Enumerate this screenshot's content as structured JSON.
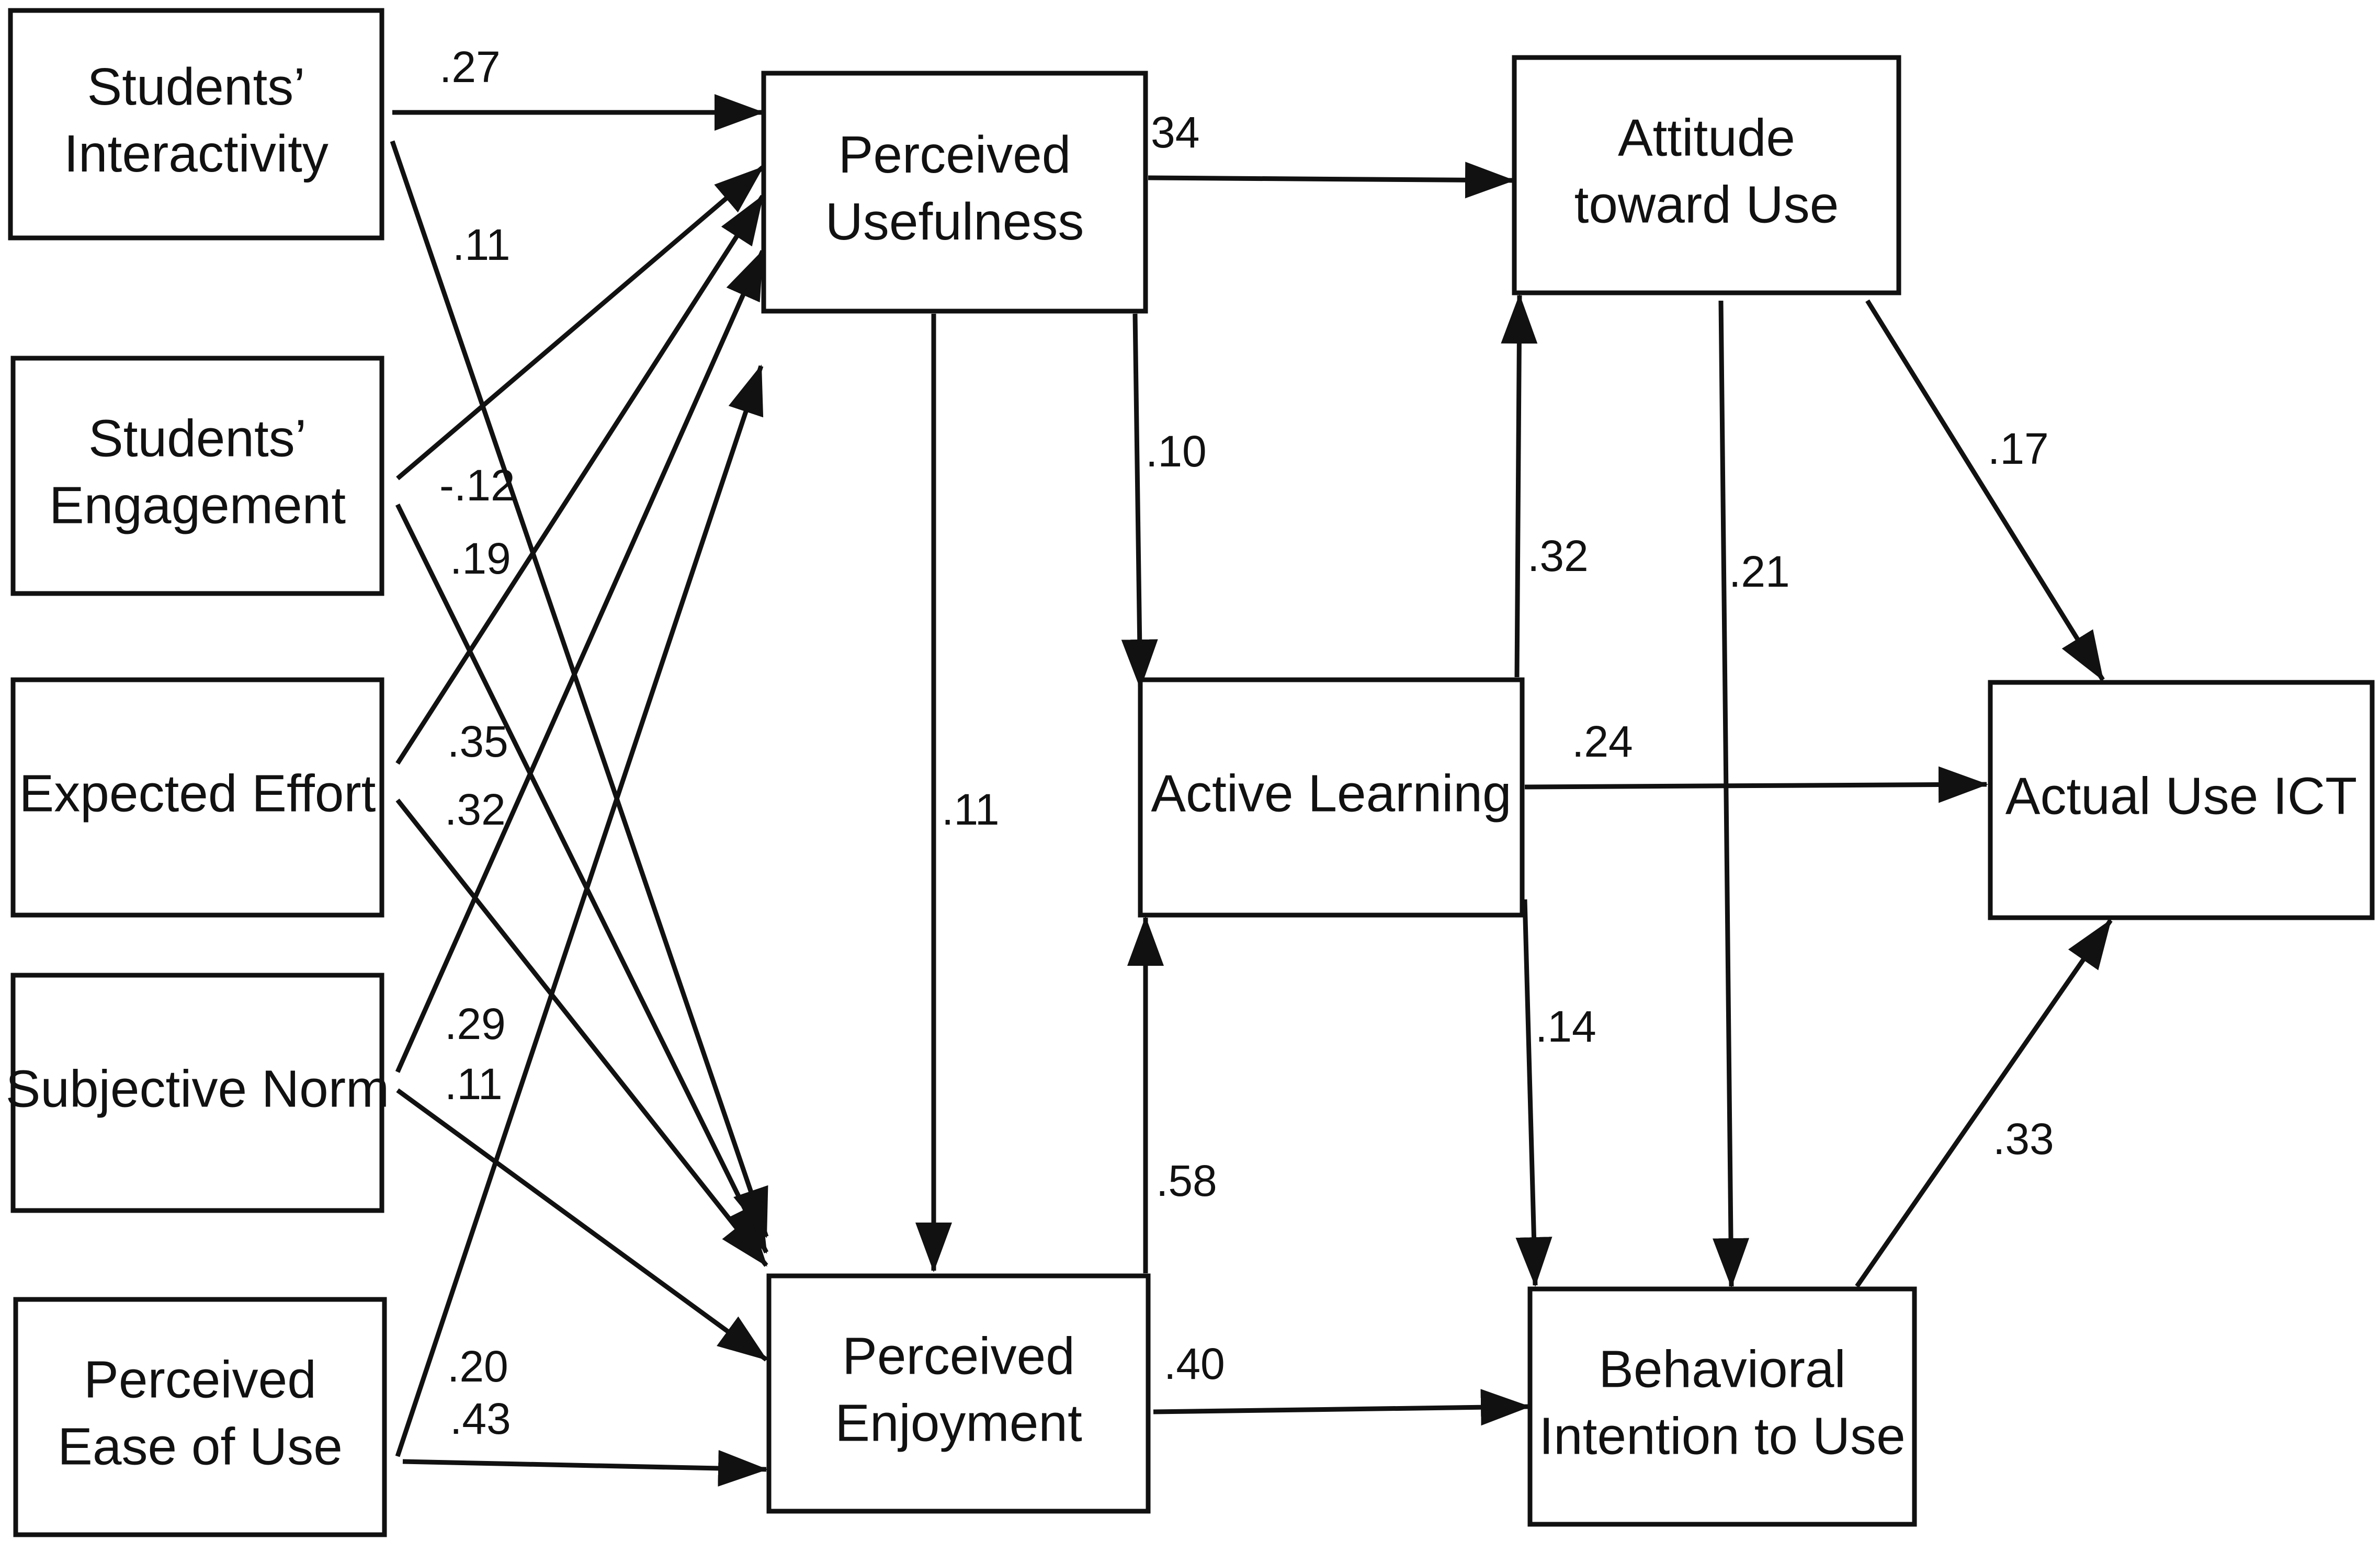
{
  "nodes": [
    {
      "id": "si",
      "lines": [
        "Students’",
        "Interactivity"
      ]
    },
    {
      "id": "se",
      "lines": [
        "Students’",
        "Engagement"
      ]
    },
    {
      "id": "ee",
      "lines": [
        "Expected Effort"
      ]
    },
    {
      "id": "sn",
      "lines": [
        "Subjective Norm"
      ]
    },
    {
      "id": "peou",
      "lines": [
        "Perceived",
        "Ease of Use"
      ]
    },
    {
      "id": "pu",
      "lines": [
        "Perceived",
        "Usefulness"
      ]
    },
    {
      "id": "pe",
      "lines": [
        "Perceived",
        "Enjoyment"
      ]
    },
    {
      "id": "al",
      "lines": [
        "Active Learning"
      ]
    },
    {
      "id": "at",
      "lines": [
        "Attitude",
        "toward Use"
      ]
    },
    {
      "id": "bi",
      "lines": [
        "Behavioral",
        "Intention to Use"
      ]
    },
    {
      "id": "au",
      "lines": [
        "Actual Use ICT"
      ]
    }
  ],
  "edges": [
    {
      "from": "si",
      "to": "pu",
      "label": ".27"
    },
    {
      "from": "si",
      "to": "pe",
      "label": ".11"
    },
    {
      "from": "se",
      "to": "pu",
      "label": "-.12"
    },
    {
      "from": "se",
      "to": "pe",
      "label": ".19"
    },
    {
      "from": "ee",
      "to": "pu",
      "label": ".35"
    },
    {
      "from": "ee",
      "to": "pe",
      "label": ".32"
    },
    {
      "from": "sn",
      "to": "pu",
      "label": ".29"
    },
    {
      "from": "sn",
      "to": "pe",
      "label": ".11"
    },
    {
      "from": "peou",
      "to": "pu",
      "label": ".20"
    },
    {
      "from": "peou",
      "to": "pe",
      "label": ".43"
    },
    {
      "from": "pu",
      "to": "at",
      "label": "34"
    },
    {
      "from": "pu",
      "to": "al",
      "label": ".10"
    },
    {
      "from": "pu",
      "to": "pe",
      "label": ".11"
    },
    {
      "from": "pe",
      "to": "al",
      "label": ".58"
    },
    {
      "from": "pe",
      "to": "bi",
      "label": ".40"
    },
    {
      "from": "al",
      "to": "at",
      "label": ".32"
    },
    {
      "from": "al",
      "to": "au",
      "label": ".24"
    },
    {
      "from": "al",
      "to": "bi",
      "label": ".14"
    },
    {
      "from": "at",
      "to": "au",
      "label": ".17"
    },
    {
      "from": "at",
      "to": "bi",
      "label": ".21"
    },
    {
      "from": "bi",
      "to": "au",
      "label": ".33"
    }
  ]
}
